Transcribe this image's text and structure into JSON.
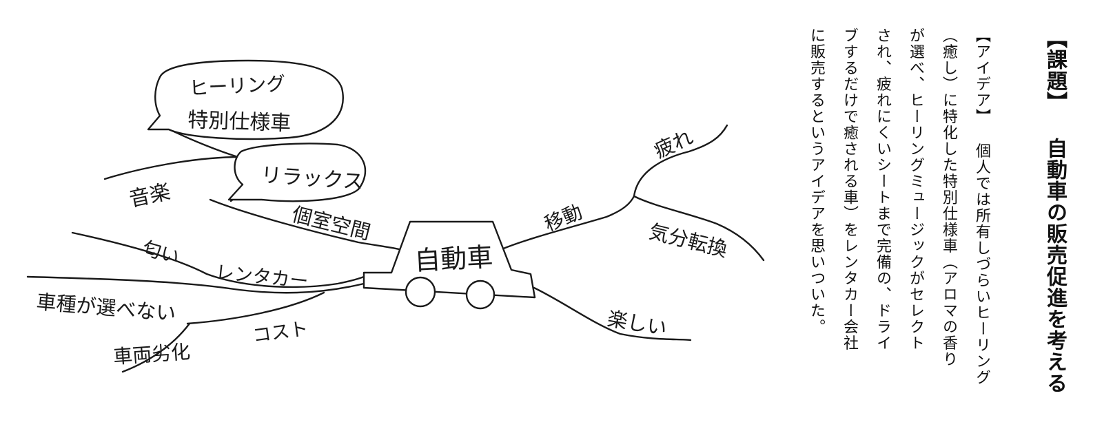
{
  "task": {
    "title": "【課題】 自動車の販売促進を考える"
  },
  "idea": {
    "lines": [
      "【アイデア】 個人では所有しづらいヒーリング",
      "（癒し）に特化した特別仕様車（アロマの香り",
      "が選べ、ヒーリングミュージックがセレクト",
      "され、疲れにくいシートまで完備の、ドライ",
      "ブするだけで癒される車）をレンタカー会社",
      "に販売するというアイデアを思いついた。"
    ]
  },
  "mindmap": {
    "center": "自動車",
    "labels": {
      "healing": [
        "ヒーリング",
        "特別仕様車"
      ],
      "relax": "リラックス",
      "music": "音楽",
      "private_space": "個室空間",
      "smell": "匂い",
      "rental": "レンタカー",
      "cannot_choose": "車種が選べない",
      "cost": "コスト",
      "aging": "車両劣化",
      "move": "移動",
      "tired": "疲れ",
      "refresh": "気分転換",
      "fun": "楽しい"
    }
  }
}
